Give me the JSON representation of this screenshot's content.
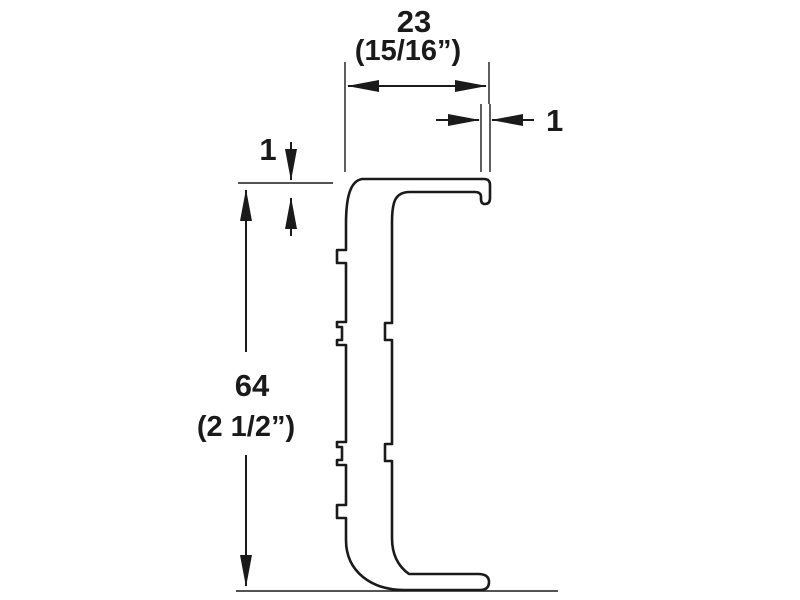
{
  "diagram": {
    "type": "technical-profile-cross-section",
    "background_color": "#ffffff",
    "line_color": "#1a1a1a",
    "labels": {
      "width": {
        "metric": "23",
        "imperial": "(15/16”)"
      },
      "lip_thickness": "1",
      "flange_thickness": "1",
      "height": {
        "metric": "64",
        "imperial": "(2 1/2”)"
      }
    },
    "dimensions_described": [
      {
        "name": "top-width",
        "value_mm": "23",
        "value_in": "15/16”"
      },
      {
        "name": "top-lip-thickness",
        "value_mm": "1"
      },
      {
        "name": "flange-thickness",
        "value_mm": "1"
      },
      {
        "name": "overall-height",
        "value_mm": "64",
        "value_in": "2 1/2”"
      }
    ]
  }
}
